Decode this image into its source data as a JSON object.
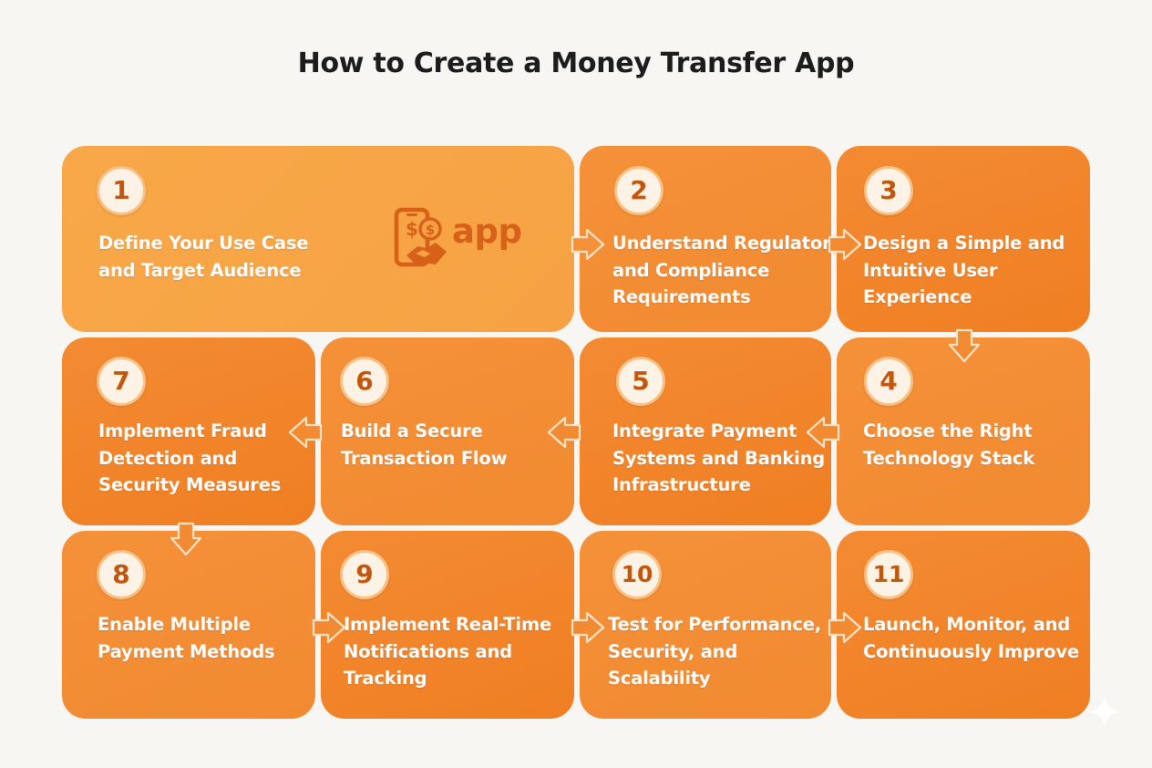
{
  "title": "How to Create a Money Transfer App",
  "logo": {
    "word": "app",
    "icon": "phone-dollar-handshake-icon"
  },
  "steps": [
    {
      "number": "1",
      "lines": [
        "Define Your Use Case",
        "and Target Audience"
      ]
    },
    {
      "number": "2",
      "lines": [
        "Understand Regulatory",
        "and Compliance",
        "Requirements"
      ]
    },
    {
      "number": "3",
      "lines": [
        "Design a Simple and",
        "Intuitive User",
        "Experience"
      ]
    },
    {
      "number": "4",
      "lines": [
        "Choose the Right",
        "Technology Stack"
      ]
    },
    {
      "number": "5",
      "lines": [
        "Integrate Payment",
        "Systems and Banking",
        "Infrastructure"
      ]
    },
    {
      "number": "6",
      "lines": [
        "Build a Secure",
        "Transaction Flow"
      ]
    },
    {
      "number": "7",
      "lines": [
        "Implement Fraud",
        "Detection and",
        "Security Measures"
      ]
    },
    {
      "number": "8",
      "lines": [
        "Enable Multiple",
        "Payment Methods"
      ]
    },
    {
      "number": "9",
      "lines": [
        "Implement Real-Time",
        "Notifications and",
        "Tracking"
      ]
    },
    {
      "number": "10",
      "lines": [
        "Test for Performance,",
        "Security, and",
        "Scalability"
      ]
    },
    {
      "number": "11",
      "lines": [
        "Launch, Monitor, and",
        "Continuously Improve"
      ]
    }
  ],
  "colors": {
    "tile_light": "#f8a848",
    "tile_mid": "#f49139",
    "tile_deep": "#f07e22",
    "badge_fill": "#fdf2e6",
    "badge_text": "#c2560c",
    "background": "#f8f6f2"
  }
}
